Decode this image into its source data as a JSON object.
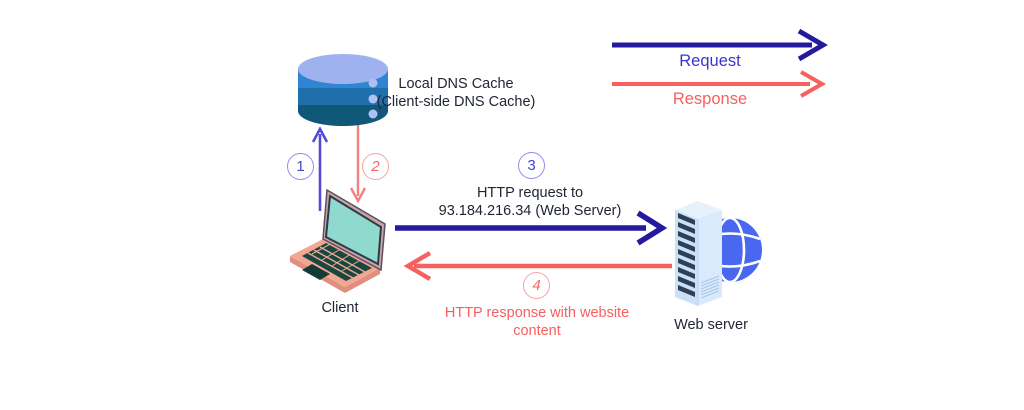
{
  "colors": {
    "request_arrow": "#241a9e",
    "request_label_text": "#3d35cc",
    "response_arrow": "#f6605f",
    "response_label_text": "#f6605f",
    "step_vertical_request": "#554ad8",
    "step_vertical_response": "#f57f7f",
    "body_text": "#1e2433",
    "db_top": "#9fb2ef",
    "db_band1": "#2e86d3",
    "db_band2": "#1f6fad",
    "db_band3": "#0f5878",
    "globe": "#4a67ef",
    "laptop_screen": "#8fd9ce",
    "laptop_body": "#f2a793"
  },
  "legend": {
    "request": "Request",
    "response": "Response"
  },
  "nodes": {
    "dns_cache": {
      "label_line1": "Local DNS Cache",
      "label_line2": "(Client-side DNS Cache)"
    },
    "client": {
      "label": "Client"
    },
    "web_server": {
      "label": "Web server"
    }
  },
  "steps": {
    "s1": {
      "number": "1",
      "type": "request"
    },
    "s2": {
      "number": "2",
      "type": "response"
    },
    "s3": {
      "number": "3",
      "type": "request",
      "label_line1": "HTTP request to",
      "label_line2": "93.184.216.34 (Web Server)"
    },
    "s4": {
      "number": "4",
      "type": "response",
      "label_line1": "HTTP response with website",
      "label_line2": "content"
    }
  }
}
